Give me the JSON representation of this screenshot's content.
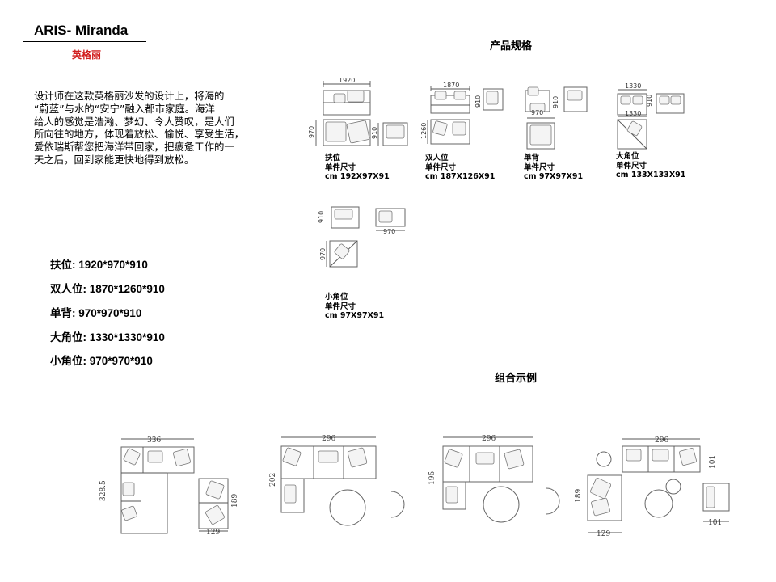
{
  "header": {
    "title": "ARIS- Miranda",
    "subtitle": "英格丽"
  },
  "description": [
    "设计师在这款英格丽沙发的设计上，将海的",
    "“蔚蓝”与水的“安宁”融入都市家庭。海洋",
    "给人的感觉是浩瀚、梦幻、令人赞叹，是人们",
    "所向往的地方，体现着放松、愉悦、享受生活，",
    "爱依瑞斯帮您把海洋带回家，把疲惫工作的一",
    "天之后，回到家能更快地得到放松。"
  ],
  "specs": [
    "扶位: 1920*970*910",
    "双人位: 1870*1260*910",
    "单背: 970*970*910",
    "大角位: 1330*1330*910",
    "小角位: 970*970*910"
  ],
  "product_section": {
    "heading": "产品规格",
    "items": [
      {
        "name": "扶位",
        "size_label": "单件尺寸",
        "size": "cm 192X97X91",
        "dims": [
          "1920",
          "970",
          "910"
        ]
      },
      {
        "name": "双人位",
        "size_label": "单件尺寸",
        "size": "cm 187X126X91",
        "dims": [
          "1870",
          "1260",
          "910"
        ]
      },
      {
        "name": "单背",
        "size_label": "单件尺寸",
        "size": "cm 97X97X91",
        "dims": [
          "910",
          "970"
        ]
      },
      {
        "name": "大角位",
        "size_label": "单件尺寸",
        "size": "cm 133X133X91",
        "dims": [
          "1330",
          "910",
          "1330"
        ]
      },
      {
        "name": "小角位",
        "size_label": "单件尺寸",
        "size": "cm 97X97X91",
        "dims": [
          "910",
          "970",
          "970"
        ]
      }
    ]
  },
  "combo_section": {
    "heading": "组合示例",
    "layouts": [
      {
        "dims": [
          "336",
          "328.5",
          "189",
          "129"
        ]
      },
      {
        "dims": [
          "296",
          "202"
        ]
      },
      {
        "dims": [
          "296",
          "195"
        ]
      },
      {
        "dims": [
          "296",
          "101",
          "189",
          "129",
          "101"
        ]
      }
    ]
  }
}
